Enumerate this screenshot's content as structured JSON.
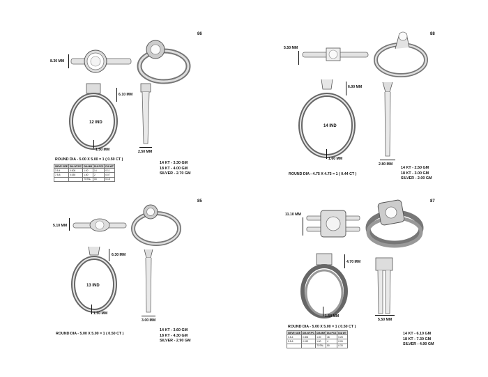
{
  "q1": {
    "page": "86",
    "dims": [
      "8.30 MM",
      "6.10 MM",
      "2.50 MM",
      "1.50 MM"
    ],
    "size": "12 IND",
    "dia": "ROUND DIA - 5.00 X 5.00 = 1 ( 0.50 CT )",
    "table": {
      "header": [
        "SIEVE SIZE",
        "DIA WT/PC",
        "DIA MM",
        "DIA PCS",
        "DIA WT"
      ],
      "rows": [
        [
          "3.5-4",
          "0.008",
          "1.00",
          "14",
          "0.11"
        ],
        [
          "7.5-8",
          "0.035",
          "1.80",
          "2",
          "0.07"
        ],
        [
          "",
          "",
          "TOTAL",
          "16",
          "0.18"
        ]
      ]
    },
    "weights": [
      "14 KT - 3.30 GM",
      "18 KT - 4.00 GM",
      "SILVER - 2.70 GM"
    ]
  },
  "q2": {
    "page": "88",
    "dims": [
      "5.50 MM",
      "6.00 MM",
      "1.60 MM",
      "2.80 MM"
    ],
    "size": "14 IND",
    "dia": "ROUND DIA - 4.75 X 4.75 = 1 ( 0.44 CT )",
    "weights": [
      "14 KT - 2.50 GM",
      "18 KT - 3.00 GM",
      "SILVER - 2.00 GM"
    ]
  },
  "q3": {
    "page": "85",
    "dims": [
      "5.10 MM",
      "6.30 MM",
      "1.50 MM",
      "3.00 MM"
    ],
    "size": "13 IND",
    "dia": "ROUND DIA - 5.00 X 5.00 = 1 ( 0.50 CT )",
    "weights": [
      "14 KT - 3.60 GM",
      "18 KT - 4.30 GM",
      "SILVER - 2.90 GM"
    ]
  },
  "q4": {
    "page": "87",
    "dims": [
      "11.10 MM",
      "4.70 MM",
      "1.50 MM",
      "5.50 MM"
    ],
    "dia": "ROUND DIA - 5.00 X 5.00 = 1 ( 0.50 CT )",
    "table": {
      "header": [
        "SIEVE SIZE",
        "DIA WT/PC",
        "DIA MM",
        "DIA PCS",
        "DIA WT"
      ],
      "rows": [
        [
          "3.5-4",
          "0.006",
          "1.00",
          "46",
          "0.28"
        ],
        [
          "5.5-6",
          "0.013",
          "1.60",
          "4",
          "0.05"
        ],
        [
          "",
          "",
          "TOTAL",
          "50",
          "0.33"
        ]
      ]
    },
    "weights": [
      "14 KT - 6.10 GM",
      "18 KT - 7.30 GM",
      "SILVER - 4.90 GM"
    ]
  }
}
